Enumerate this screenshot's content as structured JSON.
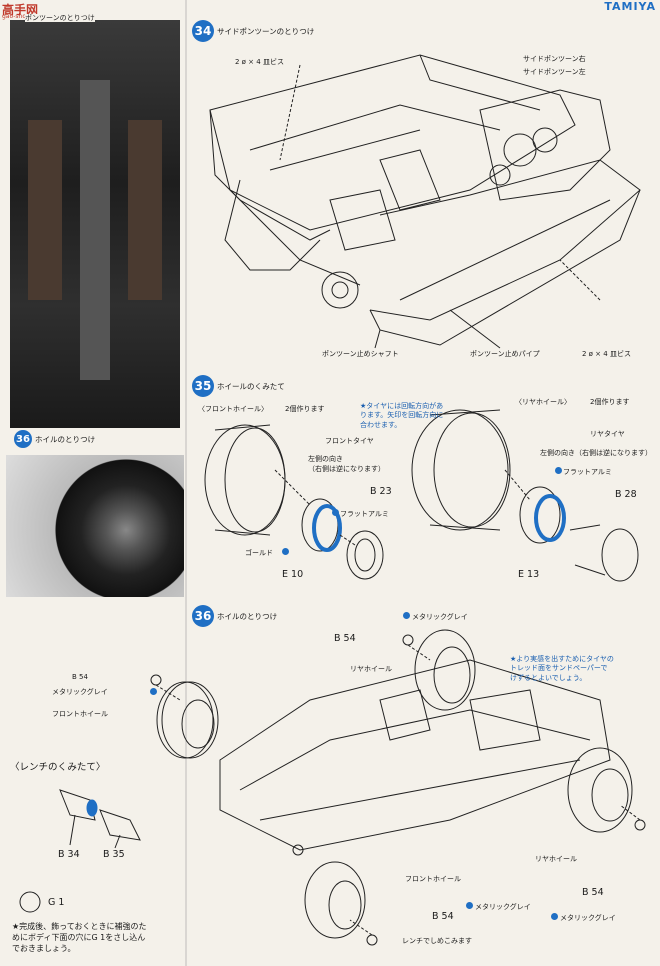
{
  "header": {
    "watermark_text": "高手网",
    "watermark_url": "gao-shou.com",
    "brand": "TAMIYA"
  },
  "left_column": {
    "top_photo_label": "ポンツーンのとりつけ",
    "wheel_section_label": "ホイルのとりつけ",
    "wheel_section_num": "36",
    "b54": "B 54",
    "metallic_gray": "メタリックグレイ",
    "front_wheel": "フロントホイール",
    "wrench_title": "〈レンチのくみたて〉",
    "b34": "B 34",
    "b35": "B 35",
    "g1": "G 1",
    "note_lines": [
      "★完成後、飾っておくときに補強のた",
      "めにボディ下面の穴にG 1をさし込ん",
      "でおきましょう。"
    ]
  },
  "step34": {
    "num": "34",
    "title": "サイドポンツーンのとりつけ",
    "screw_top": "2 ø × 4 皿ビス",
    "pontoon_right": "サイドポンツーン右",
    "pontoon_left": "サイドポンツーン左",
    "stop_shaft": "ポンツーン止めシャフト",
    "stop_pipe": "ポンツーン止めパイプ",
    "screw_bottom": "2 ø × 4 皿ビス"
  },
  "step35": {
    "num": "35",
    "title": "ホイールのくみたて",
    "front_wheel": "〈フロントホイール〉",
    "make_two_front": "2個作ります",
    "tire_note": [
      "★タイヤには回転方向があ",
      "ります。矢印を回転方向に",
      "合わせます。"
    ],
    "rear_wheel": "〈リヤホイール〉",
    "make_two_rear": "2個作ります",
    "front_tire": "フロントタイヤ",
    "direction_l1": "左側の向き",
    "direction_l2": "（右側は逆になります）",
    "b23": "B 23",
    "flat_alu_f": "フラットアルミ",
    "gold": "ゴールド",
    "e10": "E 10",
    "rear_tire": "リヤタイヤ",
    "direction_r": "左側の向き（右側は逆になります）",
    "flat_alu_r": "フラットアルミ",
    "b28": "B 28",
    "e13": "E 13"
  },
  "step36": {
    "num": "36",
    "title": "ホイルのとりつけ",
    "metallic_gray_top": "メタリックグレイ",
    "b54_top": "B 54",
    "rear_wheel_top": "リヤホイール",
    "realism_note": [
      "★より実感を出すためにタイヤの",
      "トレッド面をサンドペーパーで",
      "けずるとよいでしょう。"
    ],
    "rear_wheel_bottom": "リヤホイール",
    "b54_right": "B 54",
    "metallic_gray_right": "メタリックグレイ",
    "front_wheel": "フロントホイール",
    "b54_bottom": "B 54",
    "metallic_gray_bottom": "メタリックグレイ",
    "wrench_note": "レンチでしめこみます"
  }
}
